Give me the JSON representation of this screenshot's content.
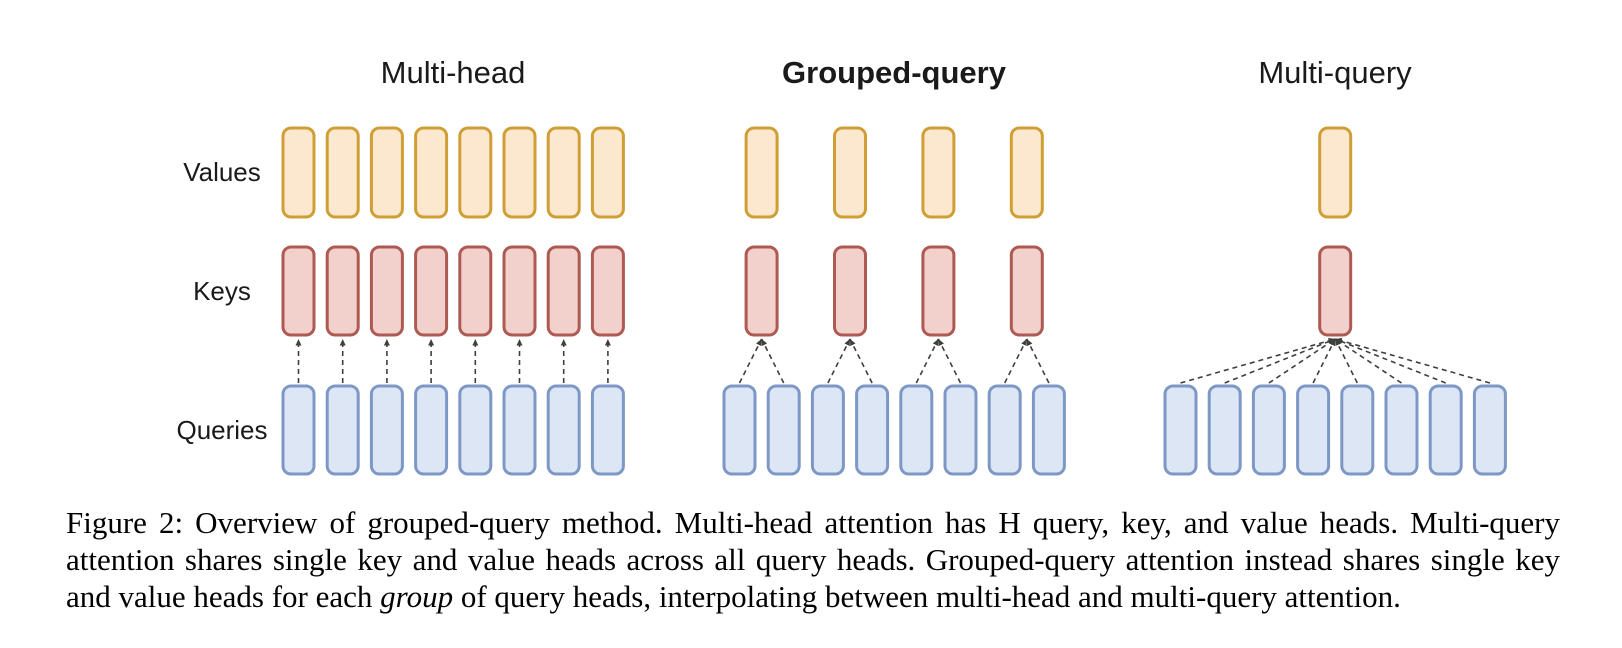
{
  "figure": {
    "row_labels": [
      {
        "id": "values",
        "label": "Values"
      },
      {
        "id": "keys",
        "label": "Keys"
      },
      {
        "id": "queries",
        "label": "Queries"
      }
    ],
    "panels": [
      {
        "id": "multi-head",
        "title": "Multi-head",
        "bold": false,
        "num_queries": 8,
        "num_key_value_heads": 8,
        "queries_per_group": 1
      },
      {
        "id": "grouped-query",
        "title": "Grouped-query",
        "bold": true,
        "num_queries": 8,
        "num_key_value_heads": 4,
        "queries_per_group": 2
      },
      {
        "id": "multi-query",
        "title": "Multi-query",
        "bold": false,
        "num_queries": 8,
        "num_key_value_heads": 1,
        "queries_per_group": 8
      }
    ],
    "colors": {
      "value_fill": "#FBE8CF",
      "value_border": "#CF9E34",
      "key_fill": "#F2D0CC",
      "key_border": "#AE5A52",
      "query_fill": "#DCE6F5",
      "query_border": "#7E98C6",
      "connector": "#3f3f3f"
    },
    "caption": {
      "label": "Figure 2:",
      "text_before_italic": " Overview of grouped-query method. Multi-head attention has H query, key, and value heads. Multi-query attention shares single key and value heads across all query heads. Grouped-query attention instead shares single key and value heads for each ",
      "italic_word": "group",
      "text_after_italic": " of query heads, interpolating between multi-head and multi-query attention."
    }
  }
}
